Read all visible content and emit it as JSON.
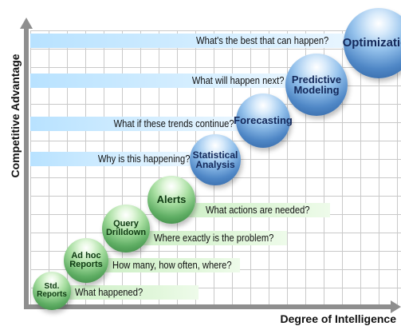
{
  "axes": {
    "y_label": "Competitive Advantage",
    "x_label": "Degree of Intelligence"
  },
  "colors": {
    "blue_sphere": "#5a8fcf",
    "green_sphere": "#6fbf6f",
    "blue_band": "#cde9ff",
    "green_band": "#d8f3d1",
    "grid": "#c9c9c9",
    "axis": "#8e8e8e"
  },
  "stages": [
    {
      "id": "optimization",
      "label_lines": [
        "Optimization"
      ],
      "question": "What's the best that can happen?",
      "color": "blue"
    },
    {
      "id": "predictive-modeling",
      "label_lines": [
        "Predictive",
        "Modeling"
      ],
      "question": "What will happen next?",
      "color": "blue"
    },
    {
      "id": "forecasting",
      "label_lines": [
        "Forecasting"
      ],
      "question": "What if these trends continue?",
      "color": "blue"
    },
    {
      "id": "statistical-analysis",
      "label_lines": [
        "Statistical",
        "Analysis"
      ],
      "question": "Why is this happening?",
      "color": "blue"
    },
    {
      "id": "alerts",
      "label_lines": [
        "Alerts"
      ],
      "question": "What actions are needed?",
      "color": "green"
    },
    {
      "id": "query-drilldown",
      "label_lines": [
        "Query",
        "Drilldown"
      ],
      "question": "Where exactly is the problem?",
      "color": "green"
    },
    {
      "id": "ad-hoc-reports",
      "label_lines": [
        "Ad hoc",
        "Reports"
      ],
      "question": "How many, how often, where?",
      "color": "green"
    },
    {
      "id": "std-reports",
      "label_lines": [
        "Std.",
        "Reports"
      ],
      "question": "What happened?",
      "color": "green"
    }
  ]
}
